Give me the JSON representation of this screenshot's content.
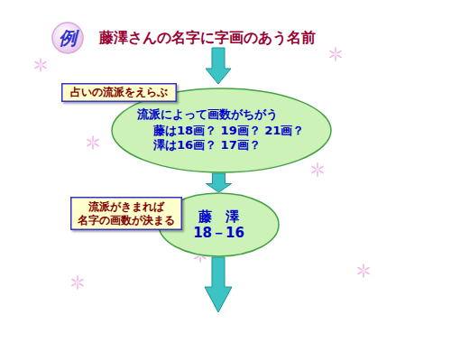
{
  "diagram": {
    "title": "藤澤さんの名字に字画のあう名前",
    "nodes": [
      {
        "text": [
          "例"
        ]
      },
      {
        "text": [
          "占いの流派をえらぶ"
        ]
      },
      {
        "text": [
          "流派によって画数がちがう",
          "藤は18画？ 19画？ 21画？",
          "澤は16画？ 17画？"
        ]
      },
      {
        "text": [
          "流派がきまれば 名字の画数が決まる"
        ]
      },
      {
        "text": [
          "藤　澤",
          "18－16"
        ]
      }
    ],
    "edges": [
      {
        "from": 2,
        "to": 4,
        "arrow": "to"
      }
    ]
  }
}
